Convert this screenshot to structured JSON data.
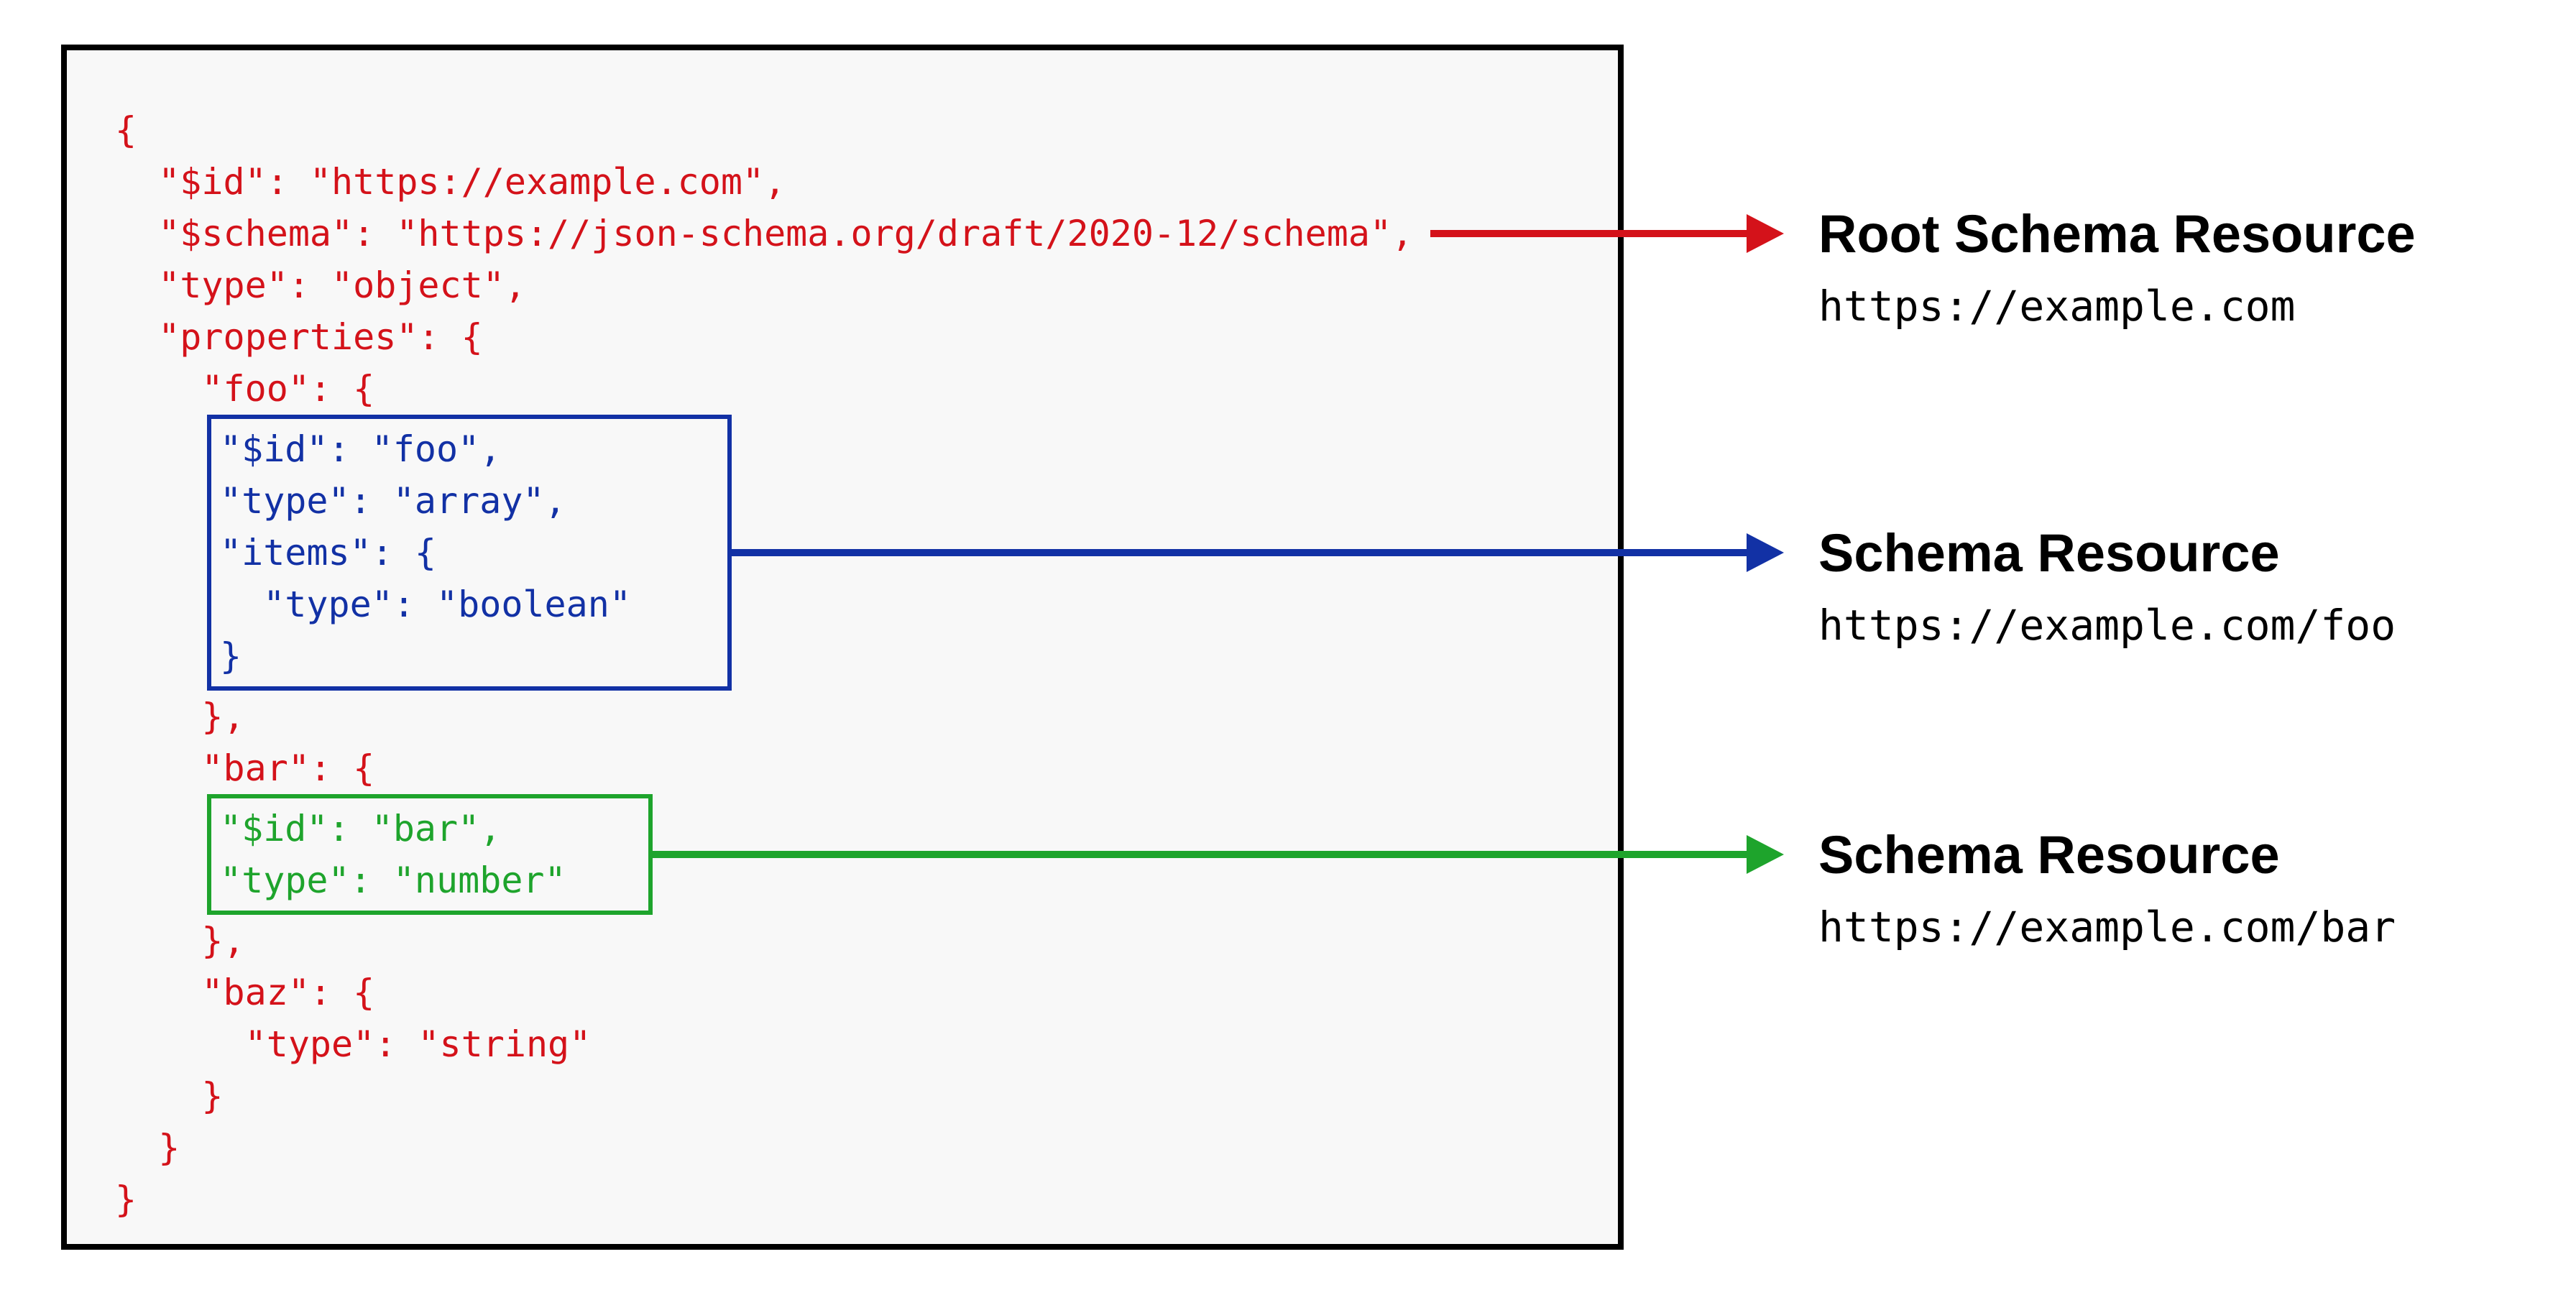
{
  "colors": {
    "root": "#d4121a",
    "foo": "#1231a5",
    "bar": "#1ea42c",
    "outline": "#000000",
    "panel_bg": "#f8f8f8"
  },
  "code": {
    "segments": [
      {
        "name": "root-top",
        "lines": [
          "{",
          "  \"$id\": \"https://example.com\",",
          "  \"$schema\": \"https://json-schema.org/draft/2020-12/schema\",",
          "  \"type\": \"object\",",
          "  \"properties\": {",
          "    \"foo\": {"
        ]
      },
      {
        "name": "foo-box",
        "lines": [
          "\"$id\": \"foo\",",
          "\"type\": \"array\",",
          "\"items\": {",
          "  \"type\": \"boolean\"",
          "}"
        ]
      },
      {
        "name": "root-mid",
        "lines": [
          "    },",
          "    \"bar\": {"
        ]
      },
      {
        "name": "bar-box",
        "lines": [
          "\"$id\": \"bar\",",
          "\"type\": \"number\""
        ]
      },
      {
        "name": "root-bottom",
        "lines": [
          "    },",
          "    \"baz\": {",
          "      \"type\": \"string\"",
          "    }",
          "  }",
          "}"
        ]
      }
    ]
  },
  "annotations": [
    {
      "title": "Root Schema Resource",
      "url": "https://example.com"
    },
    {
      "title": "Schema Resource",
      "url": "https://example.com/foo"
    },
    {
      "title": "Schema Resource",
      "url": "https://example.com/bar"
    }
  ]
}
